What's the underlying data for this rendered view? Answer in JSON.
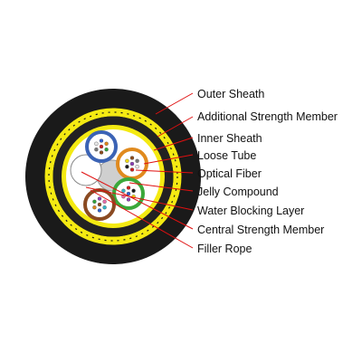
{
  "labels": [
    "Outer Sheath",
    "Additional Strength Member",
    "Inner Sheath",
    "Loose Tube",
    "Optical Fiber",
    "Jelly Compound",
    "Water Blocking Layer",
    "Central Strength Member",
    "Filler Rope"
  ],
  "colors": {
    "outer_sheath": "#1a1a1a",
    "strength_yarn": "#f4ea12",
    "inner_sheath": "#222222",
    "core_fill": "#ffffff",
    "leader_line": "#e01010",
    "loose_tube_blue": "#3b63b5",
    "loose_tube_orange": "#e08a1e",
    "loose_tube_green": "#3aa83a",
    "loose_tube_brown": "#8a4a22",
    "central_member": "#cfcfcf",
    "filler_rope": "#ffffff"
  },
  "icons": {
    "cross_section": "fiber-optic-cable-cross-section"
  }
}
